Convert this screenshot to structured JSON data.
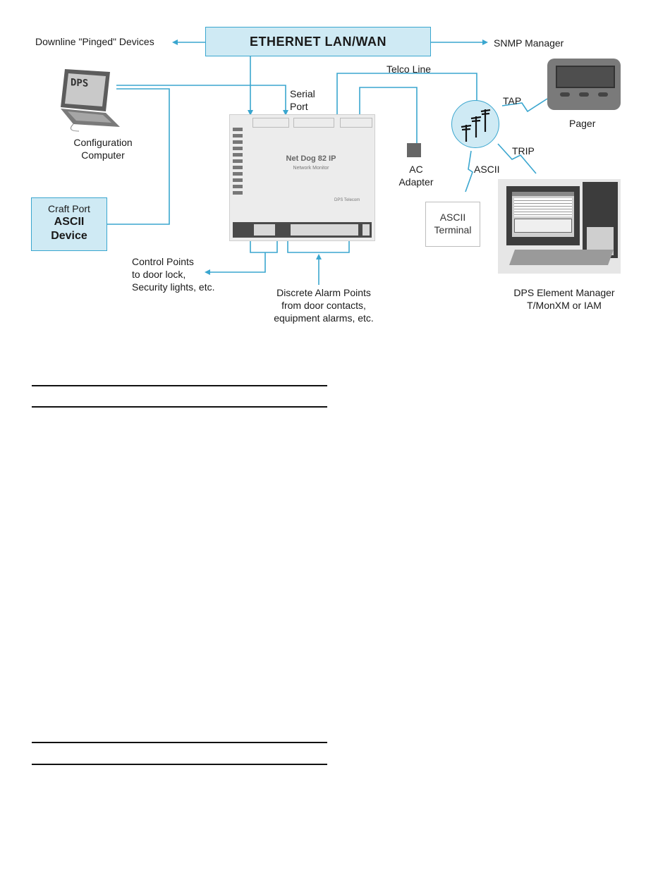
{
  "diagram": {
    "ethernet": "ETHERNET LAN/WAN",
    "downline": "Downline \"Pinged\" Devices",
    "snmp": "SNMP Manager",
    "telco": "Telco Line",
    "serial_port": [
      "Serial",
      "Port"
    ],
    "config_computer": [
      "Configuration",
      "Computer"
    ],
    "craft_port": [
      "Craft Port",
      "ASCII",
      "Device"
    ],
    "device_name": "Net Dog 82 IP",
    "device_sub": "Network Monitor",
    "device_brand": "DPS Telecom",
    "laptop_screen": "DPS",
    "ac_adapter": [
      "AC",
      "Adapter"
    ],
    "tap": "TAP",
    "pager": "Pager",
    "trip": "TRIP",
    "ascii": "ASCII",
    "ascii_terminal": [
      "ASCII",
      "Terminal"
    ],
    "control_points": [
      "Control Points",
      "to door lock,",
      "Security lights, etc."
    ],
    "discrete_alarm": [
      "Discrete Alarm Points",
      "from door contacts,",
      "equipment alarms, etc."
    ],
    "element_manager": [
      "DPS Element Manager",
      "T/MonXM or IAM"
    ]
  },
  "colors": {
    "line": "#3aa6cf",
    "box_fill": "#cfeaf4"
  }
}
